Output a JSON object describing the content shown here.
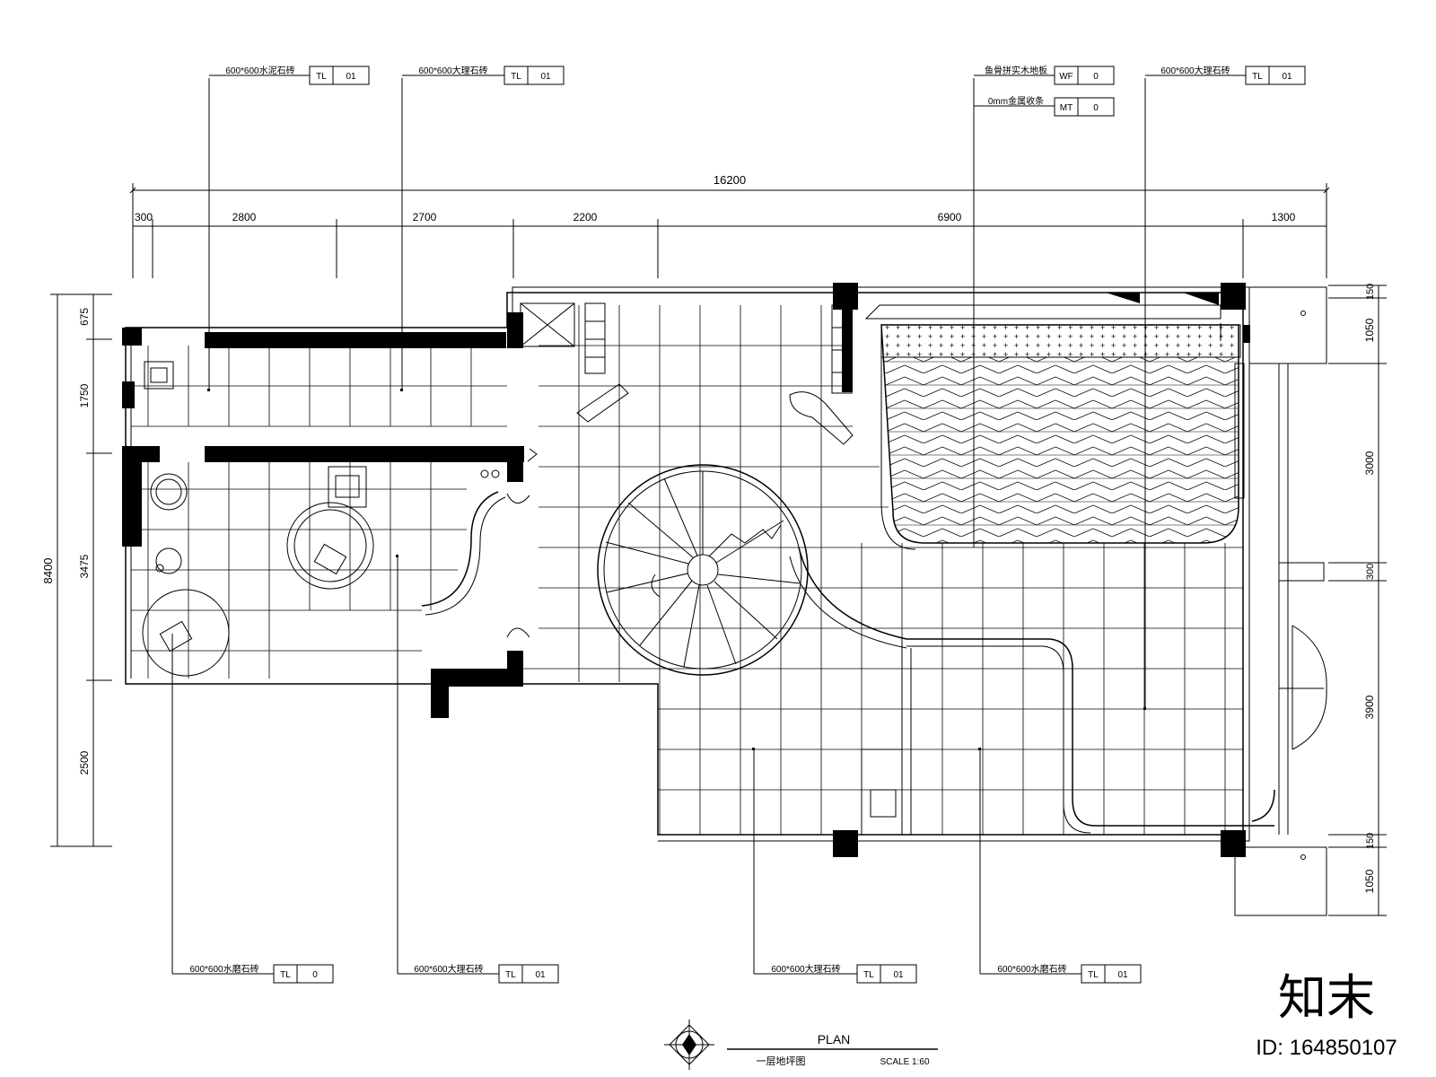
{
  "dimensions": {
    "overall": "16200",
    "top": [
      "300",
      "2800",
      "2700",
      "2200",
      "6900",
      "1300"
    ],
    "left_total": "8400",
    "left": [
      "675",
      "1750",
      "3475",
      "2500"
    ],
    "right": [
      "150",
      "1050",
      "3000",
      "300",
      "3900",
      "150",
      "1050"
    ]
  },
  "callouts_top": [
    {
      "text": "600*600水泥石砖",
      "code": "TL",
      "num": "01"
    },
    {
      "text": "600*600大理石砖",
      "code": "TL",
      "num": "01"
    },
    {
      "text": "鱼骨拼实木地板",
      "code": "WF",
      "num": "0"
    },
    {
      "text": "0mm金属收条",
      "code": "MT",
      "num": "0"
    },
    {
      "text": "600*600大理石砖",
      "code": "TL",
      "num": "01"
    }
  ],
  "callouts_bottom": [
    {
      "text": "600*600水磨石砖",
      "code": "TL",
      "num": "0"
    },
    {
      "text": "600*600大理石砖",
      "code": "TL",
      "num": "01"
    },
    {
      "text": "600*600大理石砖",
      "code": "TL",
      "num": "01"
    },
    {
      "text": "600*600水磨石砖",
      "code": "TL",
      "num": "01"
    }
  ],
  "title": {
    "main": "PLAN",
    "sub": "一层地坪图",
    "scale": "SCALE 1:60"
  },
  "watermark": {
    "logo": "知末",
    "id": "ID: 164850107"
  }
}
